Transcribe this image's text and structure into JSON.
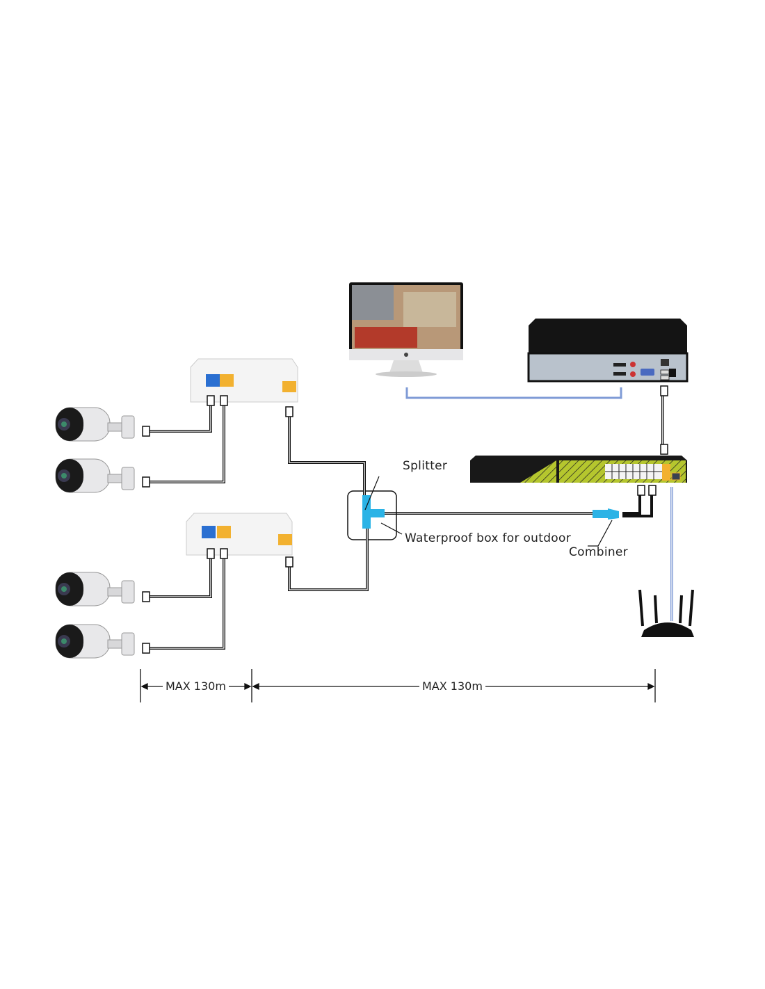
{
  "labels": {
    "splitter": "Splitter",
    "waterproof_box": "Waterproof box for outdoor",
    "combiner": "Combiner"
  },
  "dimensions": {
    "left": "MAX 130m",
    "right": "MAX  130m"
  },
  "colors": {
    "cable_blue": "#7f9bd6",
    "connector_blue": "#2bb3e6",
    "port_orange": "#f2b130",
    "port_blue": "#2a6fd1",
    "switch_green": "#a7b92c"
  }
}
